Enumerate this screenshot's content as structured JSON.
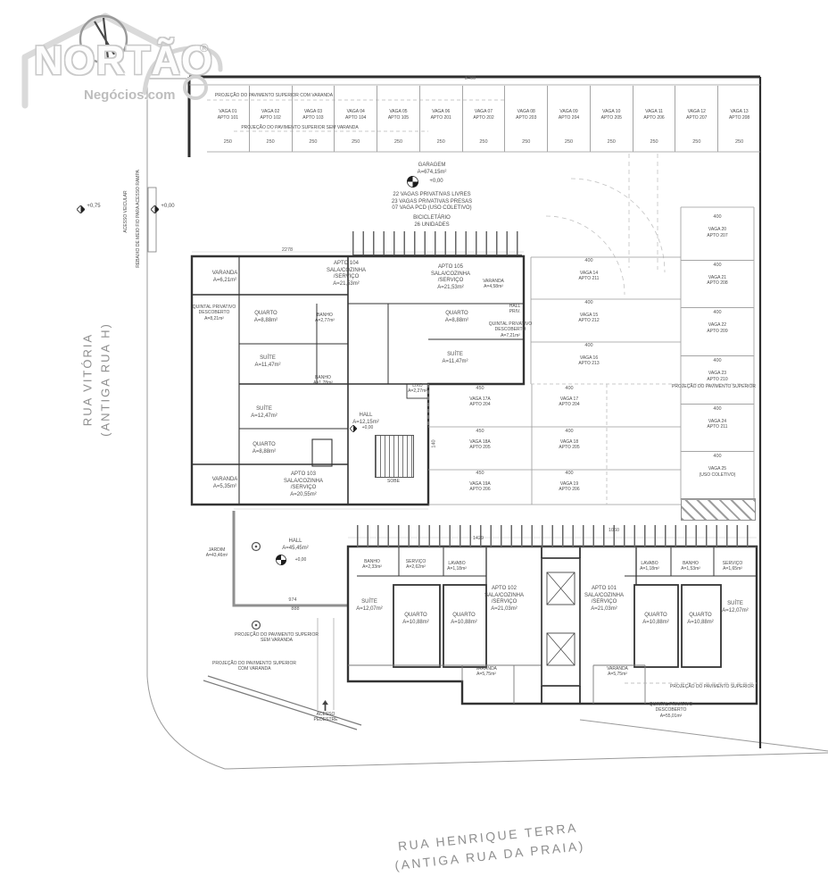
{
  "brand": {
    "name": "NORTÃO",
    "sub": "Negócios.com",
    "reg": "®"
  },
  "streets": {
    "left1": "RUA VITÓRIA",
    "left2": "(ANTIGA RUA H)",
    "bottom1": "RUA HENRIQUE TERRA",
    "bottom2": "(ANTIGA RUA DA PRAIA)"
  },
  "access": {
    "vehicular": "ACESSO VEICULAR",
    "ramp": "REBAIXO DE MEIO FIO PARA ACESSO RAMPA",
    "ped1": "ACESSO",
    "ped2": "PEDESTRE"
  },
  "levels": {
    "street": "+0,75",
    "ground": "+0,00"
  },
  "garage": {
    "title": "GARAGEM",
    "area": "A=674,15m²",
    "level": "+0,00",
    "note1": "22 VAGAS PRIVATIVAS LIVRES",
    "note2": "23 VAGAS PRIVATIVAS PRESAS",
    "note3": "07 VAGA PCD (USO COLETIVO)",
    "bike1": "BICICLETÁRIO",
    "bike2": "26 UNIDADES"
  },
  "proj": {
    "top_com": "PROJEÇÃO DO PAVIMENTO SUPERIOR COM VARANDA",
    "top_sem": "PROJEÇÃO DO PAVIMENTO SUPERIOR SEM VARANDA",
    "mid1": "PROJEÇÃO DO PAVIMENTO SUPERIOR",
    "mid1b": "SEM VARANDA",
    "mid2": "PROJEÇÃO DO PAVIMENTO SUPERIOR",
    "mid2b": "COM VARANDA",
    "right": "PROJEÇÃO DO PAVIMENTO SUPERIOR",
    "bottom": "PROJEÇÃO DO PAVIMENTO SUPERIOR"
  },
  "dims": {
    "total": "3400",
    "upper": "2278",
    "hall_a": "974",
    "hall_b": "888",
    "lower_a": "1429",
    "lower_b": "1060",
    "w140": "140"
  },
  "parking_top": {
    "stalls": [
      {
        "v": "VAGA 01",
        "a": "APTO 101",
        "d": "250"
      },
      {
        "v": "VAGA 02",
        "a": "APTO 102",
        "d": "250"
      },
      {
        "v": "VAGA 03",
        "a": "APTO 103",
        "d": "250"
      },
      {
        "v": "VAGA 04",
        "a": "APTO 104",
        "d": "250"
      },
      {
        "v": "VAGA 05",
        "a": "APTO 105",
        "d": "250"
      },
      {
        "v": "VAGA 06",
        "a": "APTO 201",
        "d": "250"
      },
      {
        "v": "VAGA 07",
        "a": "APTO 202",
        "d": "250"
      },
      {
        "v": "VAGA 08",
        "a": "APTO 203",
        "d": "250"
      },
      {
        "v": "VAGA 09",
        "a": "APTO 204",
        "d": "250"
      },
      {
        "v": "VAGA 10",
        "a": "APTO 205",
        "d": "250"
      },
      {
        "v": "VAGA 11",
        "a": "APTO 206",
        "d": "250"
      },
      {
        "v": "VAGA 12",
        "a": "APTO 207",
        "d": "250"
      },
      {
        "v": "VAGA 13",
        "a": "APTO 208",
        "d": "250"
      }
    ]
  },
  "parking_mid": {
    "single": [
      {
        "v": "VAGA 14",
        "a": "APTO 211",
        "d": "400"
      },
      {
        "v": "VAGA 15",
        "a": "APTO 212",
        "d": "400"
      },
      {
        "v": "VAGA 16",
        "a": "APTO 213",
        "d": "400"
      }
    ],
    "left": [
      {
        "v": "VAGA 17A",
        "a": "APTO 204",
        "d": "450"
      },
      {
        "v": "VAGA 18A",
        "a": "APTO 205",
        "d": "450"
      },
      {
        "v": "VAGA 19A",
        "a": "APTO 206",
        "d": "450"
      }
    ],
    "right": [
      {
        "v": "VAGA 17",
        "a": "APTO 204",
        "d": "400"
      },
      {
        "v": "VAGA 18",
        "a": "APTO 205",
        "d": "400"
      },
      {
        "v": "VAGA 19",
        "a": "APTO 206",
        "d": "400"
      }
    ]
  },
  "parking_right": {
    "stalls": [
      {
        "v": "VAGA 20",
        "a": "APTO 207",
        "d": "400"
      },
      {
        "v": "VAGA 21",
        "a": "APTO 208",
        "d": "400"
      },
      {
        "v": "VAGA 22",
        "a": "APTO 209",
        "d": "400"
      },
      {
        "v": "VAGA 23",
        "a": "APTO 210",
        "d": "400"
      },
      {
        "v": "VAGA 24",
        "a": "APTO 211",
        "d": "400"
      },
      {
        "v": "VAGA 25",
        "a": "(USO COLETIVO)",
        "d": "400"
      }
    ]
  },
  "rooms": {
    "u_quintal1": [
      "QUINTAL PRIVATIVO",
      "DESCOBERTO",
      "A=8,21m²"
    ],
    "u_var1": [
      "VARANDA",
      "A=6,21m²"
    ],
    "u_apto104": [
      "APTO  104",
      "SALA/COZINHA",
      "/SERVIÇO",
      "A=21,53m²"
    ],
    "u_q1": [
      "QUARTO",
      "A=8,88m²"
    ],
    "u_b1": [
      "BANHO",
      "A=2,77m²"
    ],
    "u_s1": [
      "SUÍTE",
      "A=11,47m²"
    ],
    "u_b2": [
      "BANHO",
      "A=1,78m²"
    ],
    "u_s2": [
      "SUÍTE",
      "A=12,47m²"
    ],
    "u_q2": [
      "QUARTO",
      "A=8,88m²"
    ],
    "u_var2": [
      "VARANDA",
      "A=5,35m²"
    ],
    "u_apto103": [
      "APTO  103",
      "SALA/COZINHA",
      "/SERVIÇO",
      "A=20,55m²"
    ],
    "u_hall": [
      "HALL",
      "A=12,15m²"
    ],
    "u_lixo": [
      "LIXO",
      "A=2,27m²"
    ],
    "u_sobe": [
      "SOBE"
    ],
    "u_apto105": [
      "APTO  105",
      "SALA/COZINHA",
      "/SERVIÇO",
      "A=21,53m²"
    ],
    "u_var3": [
      "VARANDA",
      "A=4,58m²"
    ],
    "u_q3": [
      "QUARTO",
      "A=8,88m²"
    ],
    "u_s3": [
      "SUÍTE",
      "A=11,47m²"
    ],
    "u_hallpriv": [
      "HALL",
      "PRIV."
    ],
    "u_quintal2": [
      "QUINTAL PRIVATIVO",
      "DESCOBERTO",
      "A=7,21m²"
    ],
    "d_b1": [
      "BANHO",
      "A=2,33m²"
    ],
    "d_serv1": [
      "SERVIÇO",
      "A=2,62m²"
    ],
    "d_lav1": [
      "LAVABO",
      "A=1,18m²"
    ],
    "d_s1": [
      "SUÍTE",
      "A=12,07m²"
    ],
    "d_q1": [
      "QUARTO",
      "A=10,88m²"
    ],
    "d_q2": [
      "QUARTO",
      "A=10,88m²"
    ],
    "d_apto102": [
      "APTO  102",
      "SALA/COZINHA",
      "/SERVIÇO",
      "A=21,03m²"
    ],
    "d_var1": [
      "VARANDA",
      "A=5,75m²"
    ],
    "d_apto101": [
      "APTO  101",
      "SALA/COZINHA",
      "/SERVIÇO",
      "A=21,03m²"
    ],
    "d_lav2": [
      "LAVABO",
      "A=1,18m²"
    ],
    "d_b2": [
      "BANHO",
      "A=1,53m²"
    ],
    "d_serv2": [
      "SERVIÇO",
      "A=1,65m²"
    ],
    "d_q3": [
      "QUARTO",
      "A=10,88m²"
    ],
    "d_q4": [
      "QUARTO",
      "A=10,88m²"
    ],
    "d_s2": [
      "SUÍTE",
      "A=12,07m²"
    ],
    "d_var2": [
      "VARANDA",
      "A=5,75m²"
    ],
    "d_quintal": [
      "QUINTAL PRIVATIVO",
      "DESCOBERTO",
      "A=55,01m²"
    ],
    "hall2": [
      "HALL",
      "A=45,45m²"
    ],
    "jardim": [
      "JARDIM",
      "A=43,46m²"
    ]
  }
}
